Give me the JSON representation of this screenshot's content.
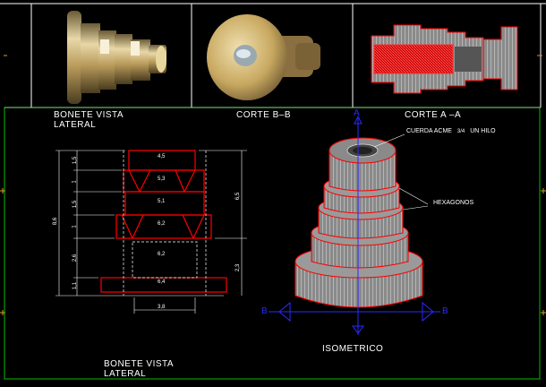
{
  "views": {
    "render_lateral": "BONETE VISTA\nLATERAL",
    "render_section_bb": "CORTE B–B",
    "render_section_aa": "CORTE A –A",
    "drawing_lateral_line1": "BONETE VISTA",
    "drawing_lateral_line2": "LATERAL",
    "isometric": "ISOMETRICO"
  },
  "annotations": {
    "thread": "CUERDA ACME",
    "thread_fraction": "3/4",
    "thread_suffix": "UN HILO",
    "hexagons": "HEXAGONOS",
    "section_mark_left": "B",
    "section_mark_right": "B",
    "section_mark_top": "A"
  },
  "dimensions": {
    "widths": [
      "4,5",
      "5,3",
      "5,1",
      "6,2",
      "6,2",
      "6,4",
      "3,8"
    ],
    "heights_left": [
      "1,5",
      "1",
      "1,5",
      "1",
      "2,6",
      "1,1"
    ],
    "total_left": "8,6",
    "heights_right": [
      "6,5",
      "2,3"
    ]
  },
  "colors": {
    "frame_white": "#ffffff",
    "frame_green": "#00c000",
    "outline_red": "#ff0000",
    "axis_blue": "#2a2aff",
    "brass": "#c8a960",
    "gray": "#9a9a9a"
  }
}
